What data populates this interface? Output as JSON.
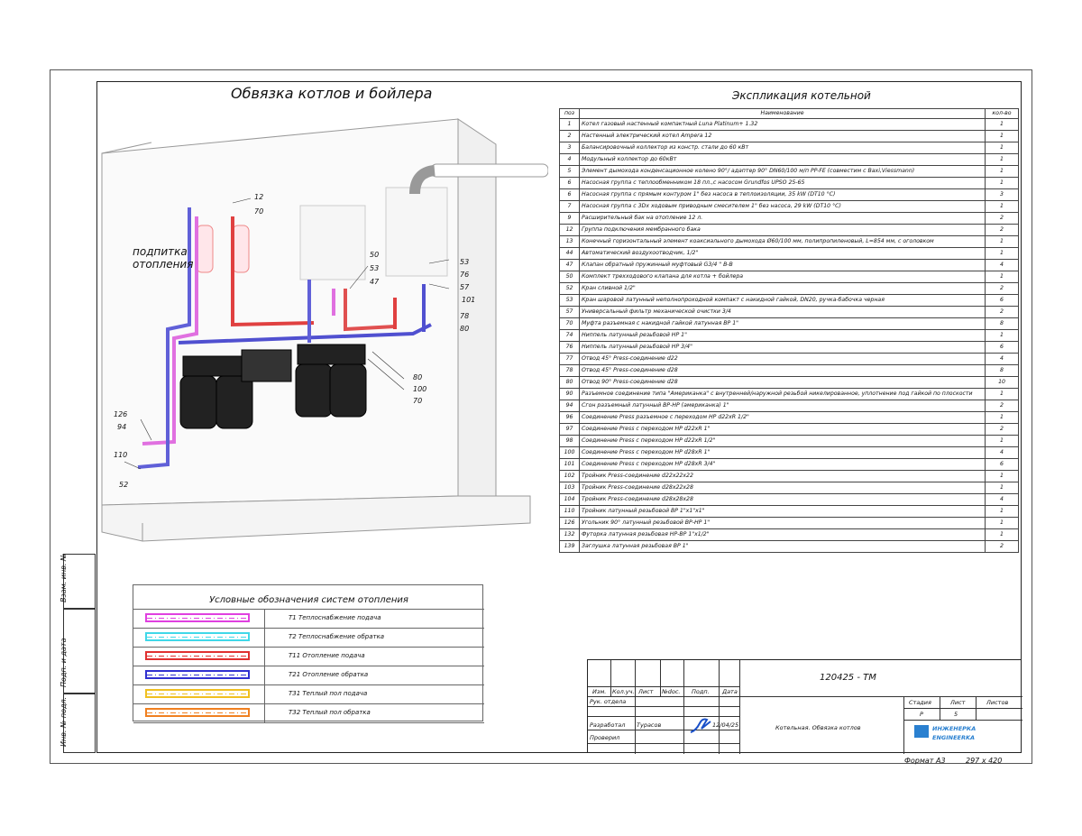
{
  "drawing": {
    "title": "Обвязка котлов и бойлера",
    "subtitle_label": "подпитка\nотопления",
    "callouts": [
      "12",
      "70",
      "50",
      "53",
      "47",
      "53",
      "76",
      "57",
      "101",
      "78",
      "80",
      "80",
      "100",
      "70",
      "126",
      "94",
      "110",
      "52"
    ]
  },
  "side": {
    "vzam": "Взам. инв. №",
    "podp": "Подп. и дата",
    "inv": "Инв. № подл."
  },
  "explication": {
    "title": "Экспликация котельной",
    "headers": {
      "pos": "поз",
      "name": "Наименование",
      "qty": "кол-во"
    },
    "rows": [
      {
        "pos": "1",
        "name": "Котел газовый настенный компактный Luna Platinum+ 1.32",
        "qty": "1"
      },
      {
        "pos": "2",
        "name": "Настенный электрический котел Ampera 12",
        "qty": "1"
      },
      {
        "pos": "3",
        "name": "Балансировочный коллектор из констр. стали до 60 кВт",
        "qty": "1"
      },
      {
        "pos": "4",
        "name": "Модульный коллектор до 60кВт",
        "qty": "1"
      },
      {
        "pos": "5",
        "name": "Элемент дымохода конденсационное колено 90°/ адаптер 90° DN60/100 м/п PP-FE (совместим с Baxi,Viessmann)",
        "qty": "1"
      },
      {
        "pos": "6",
        "name": "Насосная группа с теплообменником 18 пл.,с насосом Grundfos UPSO 25-65",
        "qty": "1"
      },
      {
        "pos": "6",
        "name": "Насосная группа с прямым контуром 1\" без насоса в теплоизоляции, 35 kW (DT10 °C)",
        "qty": "3"
      },
      {
        "pos": "7",
        "name": "Насосная группа с 3Dx ходовым приводным смесителем 1\" без насоса, 29 kW (DT10 °C)",
        "qty": "1"
      },
      {
        "pos": "9",
        "name": "Расширительный бак на отопление 12 л.",
        "qty": "2"
      },
      {
        "pos": "12",
        "name": "Группа подключения мембранного бака",
        "qty": "2"
      },
      {
        "pos": "13",
        "name": "Конечный горизонтальный элемент коаксиального дымохода Ø60/100 мм, полипропиленовый, L=854 мм, с оголовком",
        "qty": "1"
      },
      {
        "pos": "44",
        "name": "Автоматический воздухоотводчик, 1/2\"",
        "qty": "1"
      },
      {
        "pos": "47",
        "name": "Клапан обратный пружинный муфтовый G3/4 \" B-B",
        "qty": "4"
      },
      {
        "pos": "50",
        "name": "Комплект трехходового клапана для котла + бойлера",
        "qty": "1"
      },
      {
        "pos": "52",
        "name": "Кран сливной 1/2\"",
        "qty": "2"
      },
      {
        "pos": "53",
        "name": "Кран шаровой латунный неполнопроходной компакт с накидной гайкой, DN20, ручка-бабочка черная",
        "qty": "6"
      },
      {
        "pos": "57",
        "name": "Универсальный фильтр механической очистки 3/4",
        "qty": "2"
      },
      {
        "pos": "70",
        "name": "Муфта разъемная с накидной гайкой латунная ВР 1\"",
        "qty": "8"
      },
      {
        "pos": "74",
        "name": "Ниппель латунный резьбовой НР 1\"",
        "qty": "1"
      },
      {
        "pos": "76",
        "name": "Ниппель латунный резьбовой НР 3/4\"",
        "qty": "6"
      },
      {
        "pos": "77",
        "name": "Отвод 45° Press-соединение d22",
        "qty": "4"
      },
      {
        "pos": "78",
        "name": "Отвод 45° Press-соединение d28",
        "qty": "8"
      },
      {
        "pos": "80",
        "name": "Отвод 90° Press-соединение d28",
        "qty": "10"
      },
      {
        "pos": "90",
        "name": "Разъемное соединение типа \"Американка\" с внутренней/наружной резьбой никелированное, уплотнение под гайкой по плоскости",
        "qty": "1"
      },
      {
        "pos": "94",
        "name": "Сгон разъемный латунный ВР-НР (американка) 1\"",
        "qty": "2"
      },
      {
        "pos": "96",
        "name": "Соединение Press разъемное с переходом НР d22xR 1/2\"",
        "qty": "1"
      },
      {
        "pos": "97",
        "name": "Соединение Press с переходом НР d22xR 1\"",
        "qty": "2"
      },
      {
        "pos": "98",
        "name": "Соединение Press с переходом НР d22xR 1/2\"",
        "qty": "1"
      },
      {
        "pos": "100",
        "name": "Соединение Press с переходом НР d28xR 1\"",
        "qty": "4"
      },
      {
        "pos": "101",
        "name": "Соединение Press с переходом НР d28xR 3/4\"",
        "qty": "6"
      },
      {
        "pos": "102",
        "name": "Тройник Press-соединение d22x22x22",
        "qty": "1"
      },
      {
        "pos": "103",
        "name": "Тройник Press-соединение d28x22x28",
        "qty": "1"
      },
      {
        "pos": "104",
        "name": "Тройник Press-соединение d28x28x28",
        "qty": "4"
      },
      {
        "pos": "110",
        "name": "Тройник латунный резьбовой ВР 1\"x1\"x1\"",
        "qty": "1"
      },
      {
        "pos": "126",
        "name": "Угольник 90° латунный резьбовой ВР-НР 1\"",
        "qty": "1"
      },
      {
        "pos": "132",
        "name": "Футорка латунная резьбовая НР-ВР 1\"x1/2\"",
        "qty": "1"
      },
      {
        "pos": "139",
        "name": "Заглушка латунная резьбовая ВР 1\"",
        "qty": "2"
      }
    ]
  },
  "legend": {
    "title": "Условные обозначения систем отопления",
    "items": [
      {
        "label": "Т1 Теплоснабжение подача",
        "color": "#e040e0"
      },
      {
        "label": "Т2 Теплоснабжение обратка",
        "color": "#40d8e8"
      },
      {
        "label": "Т11 Отопление подача",
        "color": "#e03030"
      },
      {
        "label": "Т21 Отопление обратка",
        "color": "#3030d0"
      },
      {
        "label": "Т31 Теплый пол подача",
        "color": "#f0c020"
      },
      {
        "label": "Т32 Теплый пол обратка",
        "color": "#f08020"
      }
    ]
  },
  "title_block": {
    "code": "120425 - ТМ",
    "col_izm": "Изм.",
    "col_kol": "Кол.уч.",
    "col_list": "Лист",
    "col_doc": "№doc.",
    "col_podp": "Подп.",
    "col_date": "Дата",
    "ruk": "Рук. отдела",
    "razrab": "Разработал",
    "razrab_name": "Турасов",
    "razrab_date": "12/04/25",
    "proveril": "Проверил",
    "sheet_name": "Котельная. Обвязка котлов",
    "stadia_label": "Стадия",
    "list_label": "Лист",
    "listov_label": "Листов",
    "stadia": "Р",
    "list": "5",
    "logo_line1": "ИНЖЕНЕРКА",
    "logo_line2": "ENGINEERKA",
    "format_label": "Формат А3",
    "format_size": "297 х 420"
  }
}
